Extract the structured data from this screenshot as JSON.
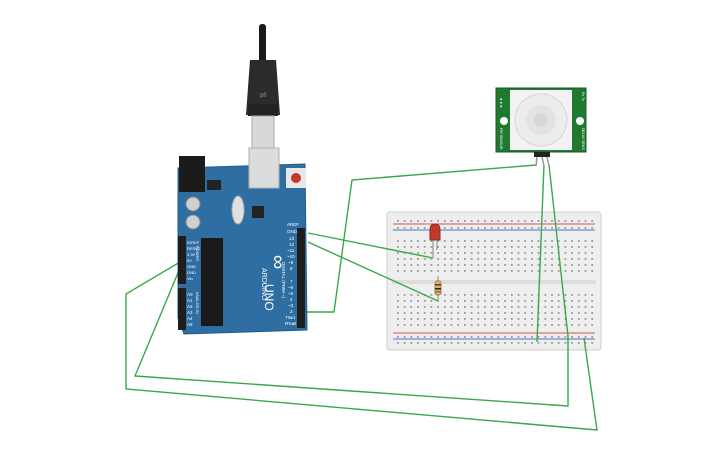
{
  "canvas": {
    "background": "#ffffff"
  },
  "colors": {
    "board_blue": "#2f6ea3",
    "board_dark": "#245b8a",
    "wire_green": "#3aa84a",
    "pir_green": "#1f7a2f",
    "breadboard": "#eeeeee",
    "rail_red": "#d9534f",
    "rail_blue": "#4a74c9",
    "led_red": "#c0392b"
  },
  "arduino": {
    "brand": "ARDUINO",
    "model": "UNO",
    "logo_symbol": "∞",
    "labels": {
      "aref": "AREF",
      "gnd": "GND",
      "digital_pwm": "DIGITAL (PWM ~)",
      "pin_13": "13",
      "pin_12": "12",
      "pin_11": "~11",
      "pin_10": "~10",
      "pin_9": "~9",
      "pin_8": "8",
      "pin_7": "7",
      "pin_6": "~6",
      "pin_5": "~5",
      "pin_4": "4",
      "pin_3": "~3",
      "pin_2": "2",
      "tx": "TX▸1",
      "rx": "RX◂0",
      "ioref": "IOREF",
      "reset": "RESET",
      "v33": "3.3V",
      "v5": "5V",
      "gnd_p1": "GND",
      "gnd_p2": "GND",
      "vin": "Vin",
      "power": "POWER",
      "analog_in": "ANALOG IN",
      "a0": "A0",
      "a1": "A1",
      "a2": "A2",
      "a3": "A3",
      "a4": "A4",
      "a5": "A5"
    }
  },
  "pir": {
    "labels": {
      "left_top": "● ● ●",
      "left_bottom": "PIR SENSOR",
      "right_top": "Rx Tx",
      "right_bottom": "DELAY SENS"
    }
  }
}
